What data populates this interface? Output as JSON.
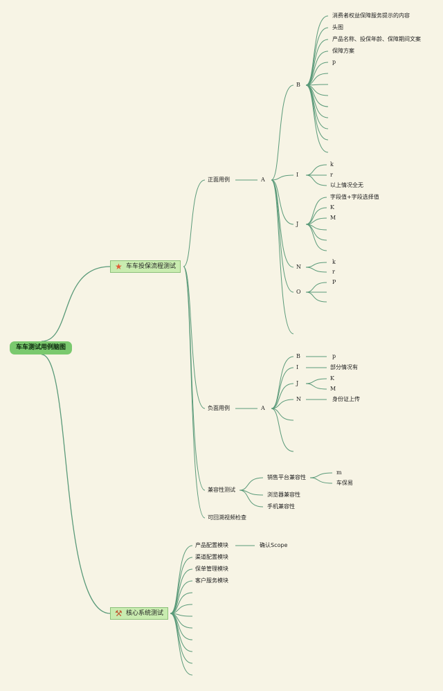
{
  "diagram": {
    "title": "车车测试用例脑图",
    "colors": {
      "background": "#f7f4e5",
      "line": "#5a9a79",
      "root_fill": "#7ac96e",
      "topic_fill": "#c9ecb0"
    },
    "branch1": {
      "label": "车车投保流程测试",
      "icon": "star-icon",
      "positive": {
        "label": "正面用例",
        "a": "A",
        "b": "B",
        "b_items": [
          "消费者权益保障服务提示的内容",
          "头图",
          "产品名称、投保年龄、保障期间文案",
          "保障方案",
          "p"
        ],
        "i": "I",
        "i_items": [
          "k",
          "r",
          "以上情况全无"
        ],
        "j": "J",
        "j_items": [
          "字段值+字段选择值",
          "K",
          "M"
        ],
        "n": "N",
        "n_items": [
          "k",
          "r"
        ],
        "o": "O",
        "o_items": [
          "P"
        ]
      },
      "negative": {
        "label": "负面用例",
        "a": "A",
        "b": "B",
        "b_item": "p",
        "i": "I",
        "i_item": "部分情况有",
        "j": "J",
        "j_items": [
          "K",
          "M"
        ],
        "n": "N",
        "n_item": "身份证上传"
      },
      "compat": {
        "label": "兼容性测试",
        "sales": "销售平台兼容性",
        "sales_items": [
          "m",
          "车保易"
        ],
        "browser": "浏览器兼容性",
        "mobile": "手机兼容性"
      },
      "video": "可回溯视频检查"
    },
    "branch2": {
      "label": "核心系统测试",
      "icon": "tools-icon",
      "modules": [
        "产品配置模块",
        "渠道配置模块",
        "保单管理模块",
        "客户服务模块"
      ],
      "scope": "确认Scope"
    }
  }
}
